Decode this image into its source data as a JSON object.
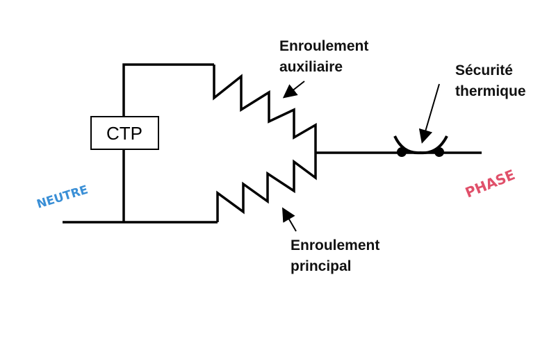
{
  "title": "Moteur monophasé à enroulement auxiliaire et CTP",
  "components": {
    "ctp": "CTP",
    "aux_winding": [
      "Enroulement",
      "auxiliaire"
    ],
    "main_winding": [
      "Enroulement",
      "principal"
    ],
    "thermal_protection": [
      "Sécurité",
      "thermique"
    ]
  },
  "terminals": {
    "neutral": "NEUTRE",
    "phase": "PHASE"
  },
  "colors": {
    "wire": "#000000",
    "neutral": "#3a8fd6",
    "phase": "#e0506a"
  }
}
